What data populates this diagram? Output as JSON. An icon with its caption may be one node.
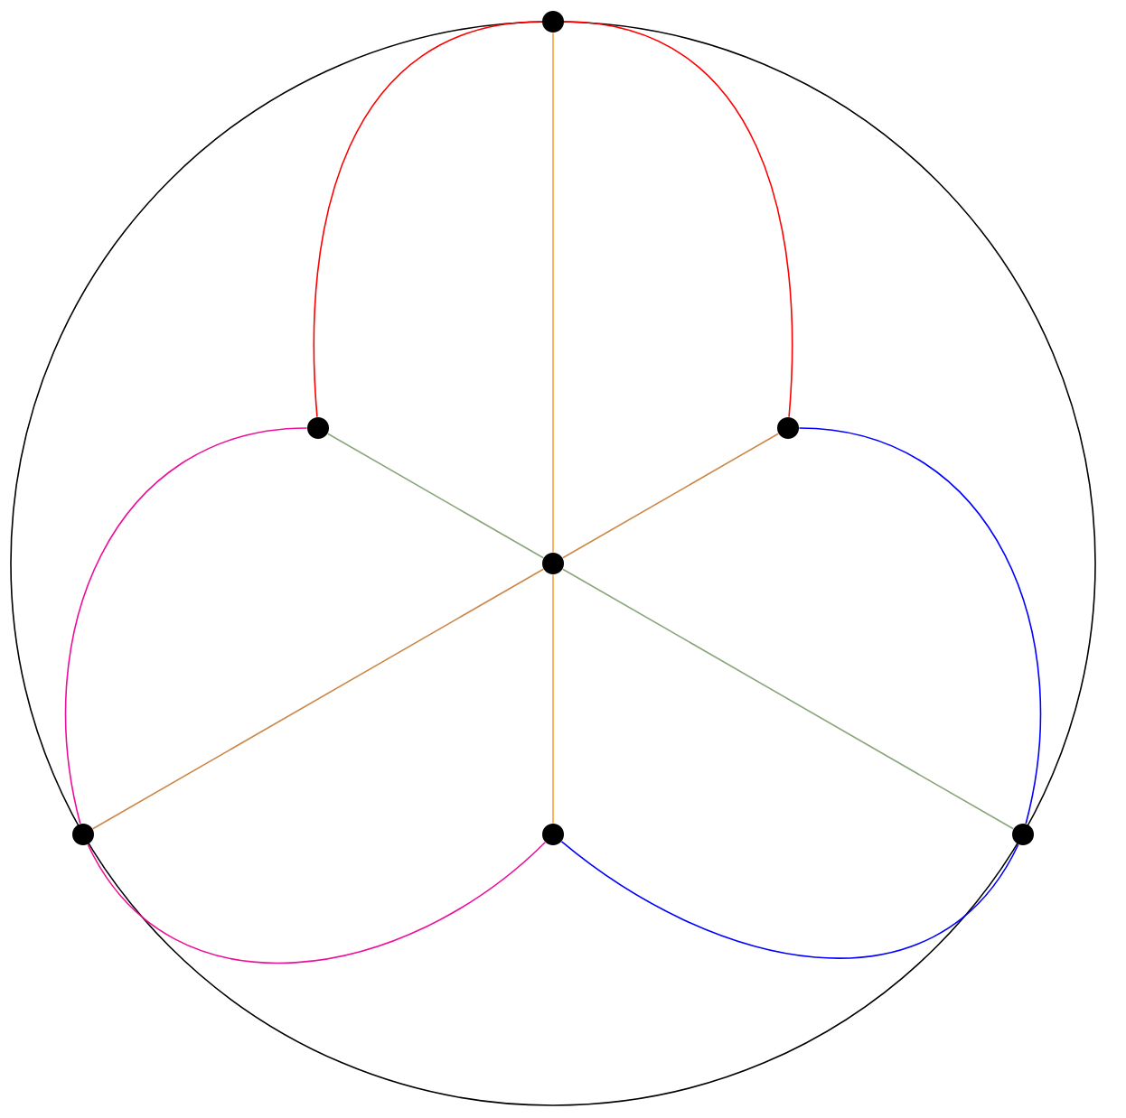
{
  "diagram": {
    "nodes": [
      {
        "text": [],
        "shape": "circle"
      },
      {
        "text": [],
        "shape": "circle"
      },
      {
        "text": [],
        "shape": "circle"
      },
      {
        "text": [],
        "shape": "circle"
      },
      {
        "text": [],
        "shape": "circle"
      },
      {
        "text": [],
        "shape": "circle"
      },
      {
        "text": [],
        "shape": "circle"
      }
    ],
    "edges": [
      {
        "from": 0,
        "to": 3,
        "arrow": "none",
        "color": "#f7a13a"
      },
      {
        "from": 3,
        "to": 5,
        "arrow": "none",
        "color": "#f7a13a"
      },
      {
        "from": 1,
        "to": 3,
        "arrow": "none",
        "color": "#8aa67a"
      },
      {
        "from": 3,
        "to": 6,
        "arrow": "none",
        "color": "#8aa67a"
      },
      {
        "from": 4,
        "to": 3,
        "arrow": "none",
        "color": "#cc8848"
      },
      {
        "from": 3,
        "to": 2,
        "arrow": "none",
        "color": "#cc8848"
      },
      {
        "from": 1,
        "to": 0,
        "arrow": "none",
        "color": "#ff0000"
      },
      {
        "from": 0,
        "to": 2,
        "arrow": "none",
        "color": "#ff0000"
      },
      {
        "from": 2,
        "to": 6,
        "arrow": "none",
        "color": "#0000ff"
      },
      {
        "from": 6,
        "to": 5,
        "arrow": "none",
        "color": "#0000ff"
      },
      {
        "from": 1,
        "to": 4,
        "arrow": "none",
        "color": "#ee0f99"
      },
      {
        "from": 4,
        "to": 5,
        "arrow": "none",
        "color": "#ee0f99"
      }
    ]
  }
}
